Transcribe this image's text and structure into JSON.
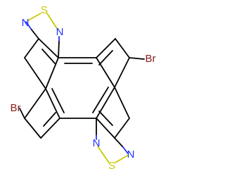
{
  "molecule": {
    "atoms": {
      "s_top": {
        "symbol": "S",
        "color": "#c8c800"
      },
      "n_top_left": {
        "symbol": "N",
        "color": "#2233ff"
      },
      "n_top_right": {
        "symbol": "N",
        "color": "#2233ff"
      },
      "br_left": {
        "symbol": "Br",
        "color": "#8b1a1a"
      },
      "br_right": {
        "symbol": "Br",
        "color": "#8b1a1a"
      },
      "n_bottom_right": {
        "symbol": "N",
        "color": "#2233ff"
      },
      "n_bottom_left": {
        "symbol": "N",
        "color": "#2233ff"
      },
      "s_bottom": {
        "symbol": "S",
        "color": "#c8c800"
      }
    },
    "colors": {
      "bond": "#000000",
      "background": "#ffffff"
    }
  }
}
